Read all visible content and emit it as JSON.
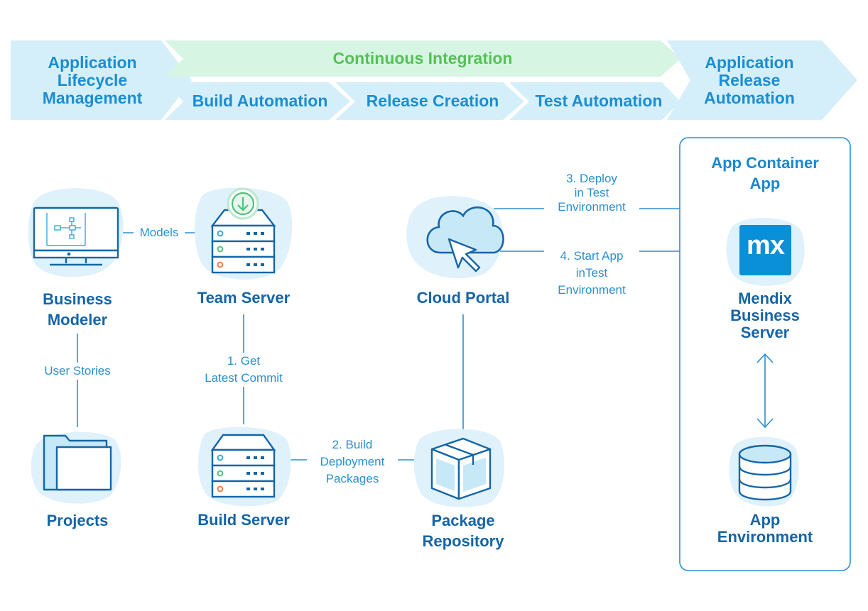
{
  "colors": {
    "banner_fill": "#d4effa",
    "ci_fill": "#d6f5e3",
    "ci_text": "#56c156",
    "banner_text": "#1b8dd3",
    "node_text": "#1565a8",
    "line": "#2a8fd0",
    "icon_stroke": "#1466a8",
    "icon_fill": "#c7e8f7",
    "mendix_blue": "#0a8fd9"
  },
  "banner": {
    "alm": "Application\nLifecycle\nManagement",
    "ci": "Continuous Integration",
    "build_automation": "Build Automation",
    "release_creation": "Release Creation",
    "test_automation": "Test Automation",
    "ara": "Application\nRelease\nAutomation"
  },
  "nodes": {
    "business_modeler": "Business\nModeler",
    "team_server": "Team Server",
    "cloud_portal": "Cloud Portal",
    "projects": "Projects",
    "build_server": "Build Server",
    "package_repository": "Package\nRepository",
    "mendix_business_server": "Mendix\nBusiness\nServer",
    "app_environment": "App\nEnvironment"
  },
  "container": {
    "title": "App Container\nApp",
    "mendix_logo": "mx"
  },
  "connectors": {
    "models": "Models",
    "user_stories": "User Stories",
    "get_latest_commit": "1. Get\nLatest Commit",
    "build_packages": "2. Build\nDeployment\nPackages",
    "deploy_test": "3. Deploy\nin Test\nEnvironment",
    "start_app": "4. Start App\ninTest\nEnvironment"
  },
  "icons": {
    "business_modeler": "monitor-flowchart-icon",
    "team_server": "server-download-icon",
    "cloud_portal": "cloud-cursor-icon",
    "projects": "folder-icon",
    "build_server": "server-icon",
    "package_repository": "package-box-icon",
    "mendix": "mendix-logo-icon",
    "app_environment": "database-icon"
  }
}
